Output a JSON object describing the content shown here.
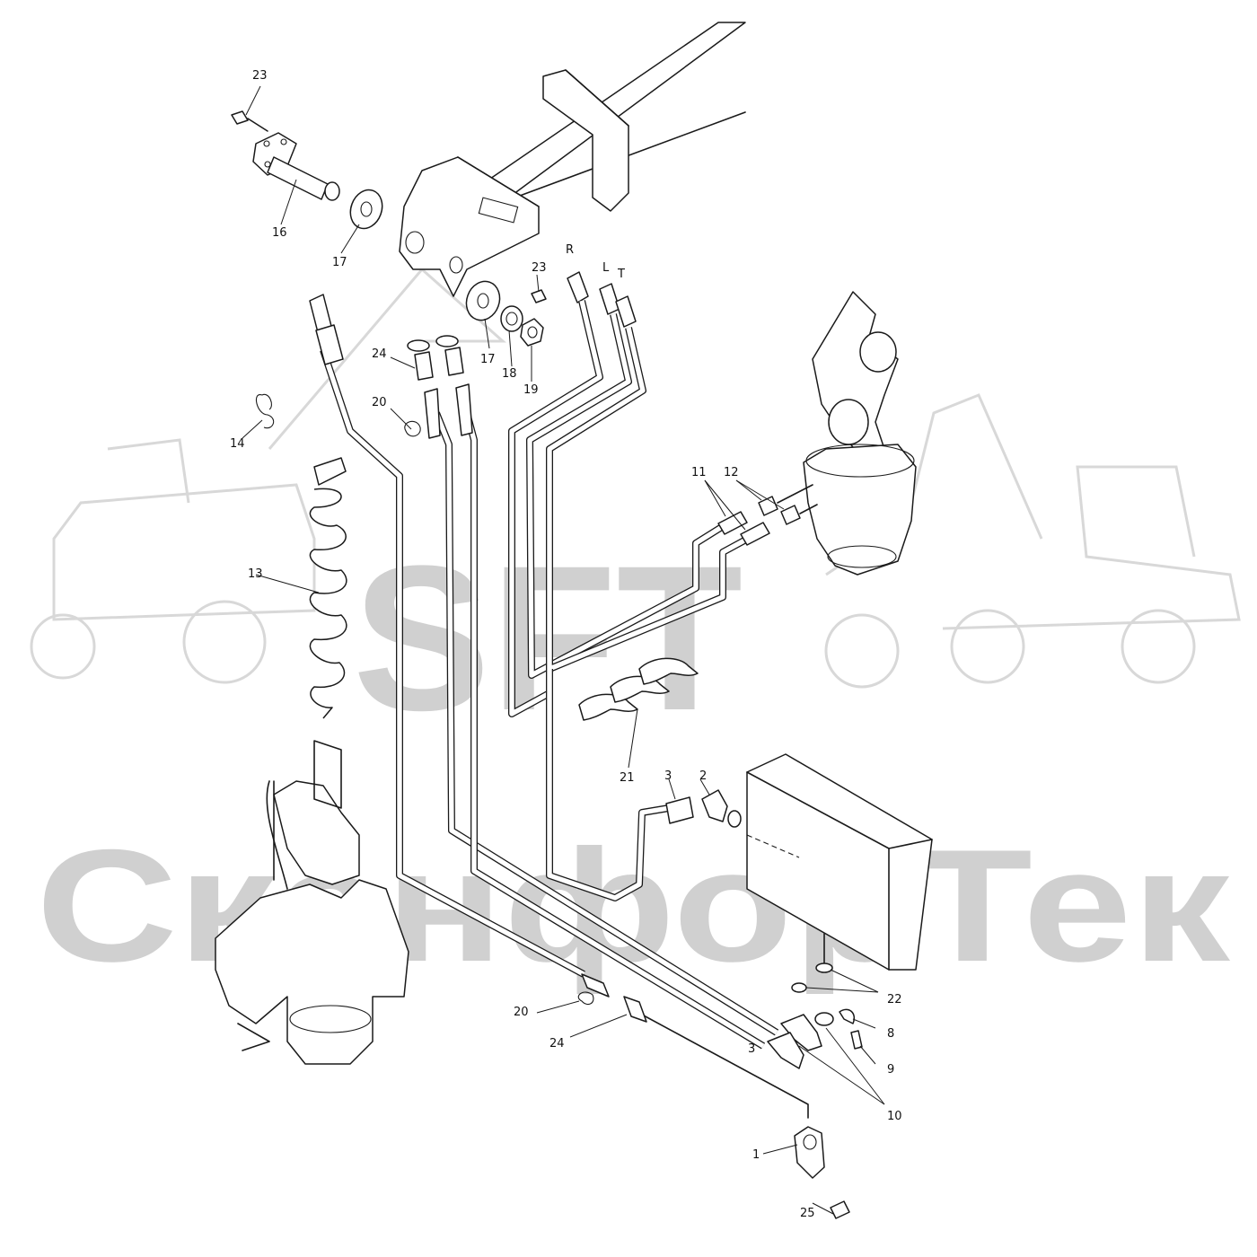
{
  "watermark": {
    "logo_text": "SFT",
    "company_text": "СканфорТек",
    "color": "#d0d0d0"
  },
  "callouts": {
    "c23a": "23",
    "c16": "16",
    "c17a": "17",
    "cR": "R",
    "cL": "L",
    "cT": "T",
    "c23b": "23",
    "c24a": "24",
    "c17b": "17",
    "c18": "18",
    "c19": "19",
    "c20a": "20",
    "c14": "14",
    "c11": "11",
    "c12": "12",
    "c13": "13",
    "c21": "21",
    "c3a": "3",
    "c2": "2",
    "c22": "22",
    "c20b": "20",
    "c8": "8",
    "c24b": "24",
    "c3b": "3",
    "c9": "9",
    "c10": "10",
    "c1": "1",
    "c25": "25"
  }
}
